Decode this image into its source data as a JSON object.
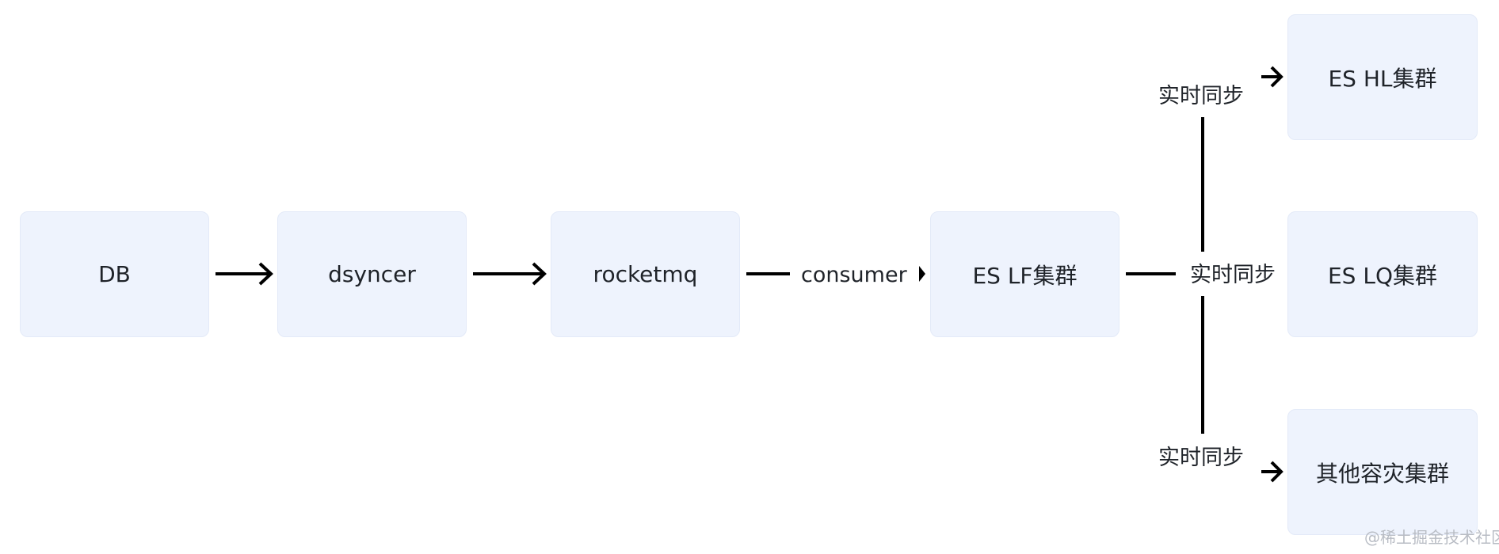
{
  "nodes": {
    "db": "DB",
    "dsyncer": "dsyncer",
    "rocketmq": "rocketmq",
    "es_lf": "ES LF集群",
    "es_hl": "ES HL集群",
    "es_lq": "ES LQ集群",
    "other": "其他容灾集群"
  },
  "edges": {
    "consumer": "consumer",
    "sync_top": "实时同步",
    "sync_mid": "实时同步",
    "sync_bottom": "实时同步"
  },
  "watermark": "@稀土掘金技术社区",
  "colors": {
    "node_fill": "#eef3fd",
    "node_border": "#e3eaf8",
    "line": "#000000",
    "text": "#1f2329"
  }
}
